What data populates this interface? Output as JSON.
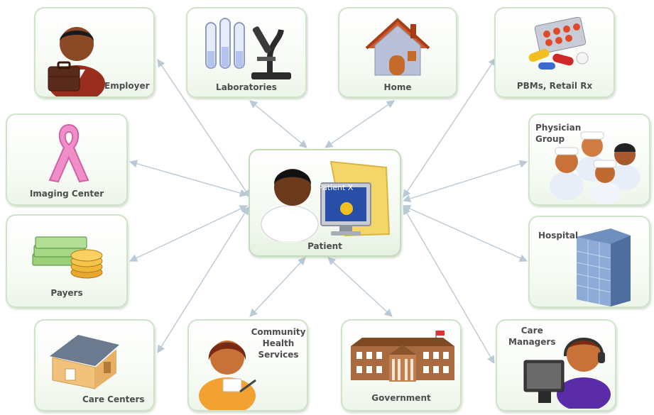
{
  "diagram": {
    "center": {
      "label": "Patient",
      "screen_text": "Patient X"
    },
    "nodes": {
      "employer": {
        "label": "Employer"
      },
      "laboratories": {
        "label": "Laboratories"
      },
      "home": {
        "label": "Home"
      },
      "pbms": {
        "label": "PBMs, Retail Rx"
      },
      "imaging": {
        "label": "Imaging Center"
      },
      "physician": {
        "label": "Physician\nGroup"
      },
      "payers": {
        "label": "Payers"
      },
      "hospital": {
        "label": "Hospital"
      },
      "care_centers": {
        "label": "Care Centers"
      },
      "community": {
        "label": "Community\nHealth\nServices"
      },
      "government": {
        "label": "Government"
      },
      "care_managers": {
        "label": "Care\nManagers"
      }
    }
  },
  "colors": {
    "box_border": "#cfe3c9",
    "connector": "#b9c9d6",
    "label_text": "#4d4d4d"
  }
}
